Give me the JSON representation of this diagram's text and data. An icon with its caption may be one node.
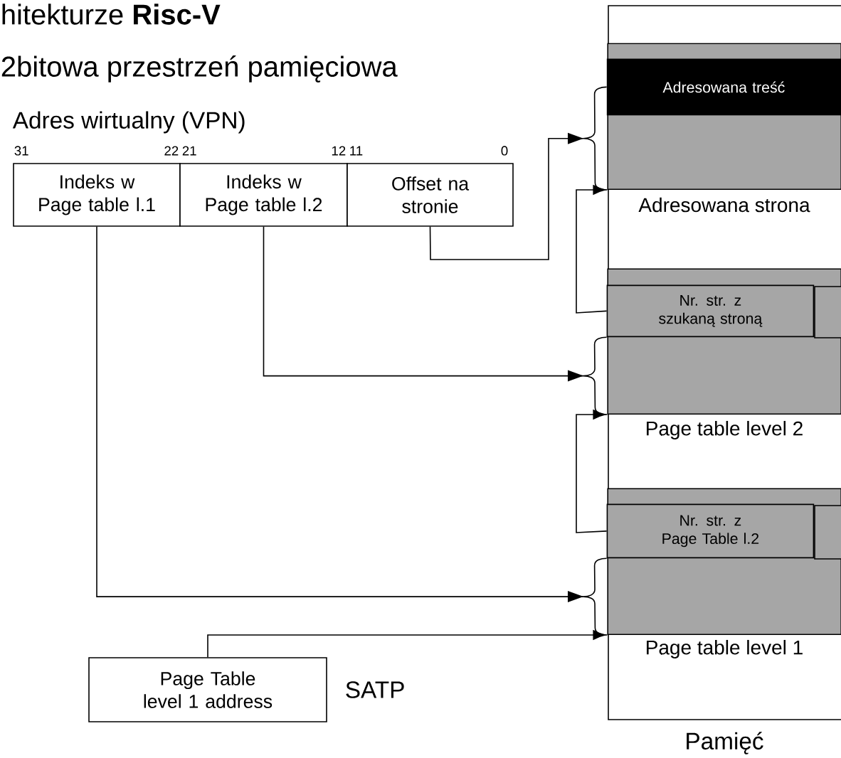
{
  "diagram": {
    "title": "hitekturze **Risc-V**",
    "nodes": [
      {
        "text": [
          "Indeks w Page table l.1"
        ]
      },
      {
        "text": [
          "Indeks w Page table l.2"
        ]
      },
      {
        "text": [
          "Offset na stronie"
        ]
      },
      {
        "text": [],
        "shape": "box",
        "beside": [
          "Pamięć"
        ]
      },
      {
        "text": [],
        "shape": "box",
        "in": 3,
        "beside": [
          "Adresowana strona"
        ]
      },
      {
        "text": [
          "Adresowana treść"
        ],
        "in": 4
      },
      {
        "text": [],
        "shape": "box",
        "in": 3,
        "beside": [
          "Page table level 2"
        ]
      },
      {
        "text": [
          "Nr. str. z szukaną stroną"
        ],
        "in": 6
      },
      {
        "text": [],
        "shape": "box",
        "in": 3,
        "beside": [
          "Page table level 1"
        ]
      },
      {
        "text": [
          "Nr. str. z Page Table l.2"
        ],
        "in": 8
      },
      {
        "text": [
          "Page Table level 1 address"
        ],
        "beside": [
          "SATP"
        ]
      }
    ],
    "edges": [
      {
        "from": 2,
        "to": 5,
        "arrow": "to"
      },
      {
        "from": 7,
        "to": 4,
        "arrow": "to"
      },
      {
        "from": 1,
        "to": 7,
        "arrow": "to"
      },
      {
        "from": 9,
        "to": 6,
        "arrow": "to"
      },
      {
        "from": 0,
        "to": 9,
        "arrow": "to"
      },
      {
        "from": 10,
        "to": 8,
        "arrow": "to"
      }
    ],
    "labels": [
      "2bitowa przestrzeń pamięciowa",
      "Adres wirtualny (VPN)",
      "31",
      "22",
      "21",
      "12",
      "11",
      "0"
    ]
  }
}
